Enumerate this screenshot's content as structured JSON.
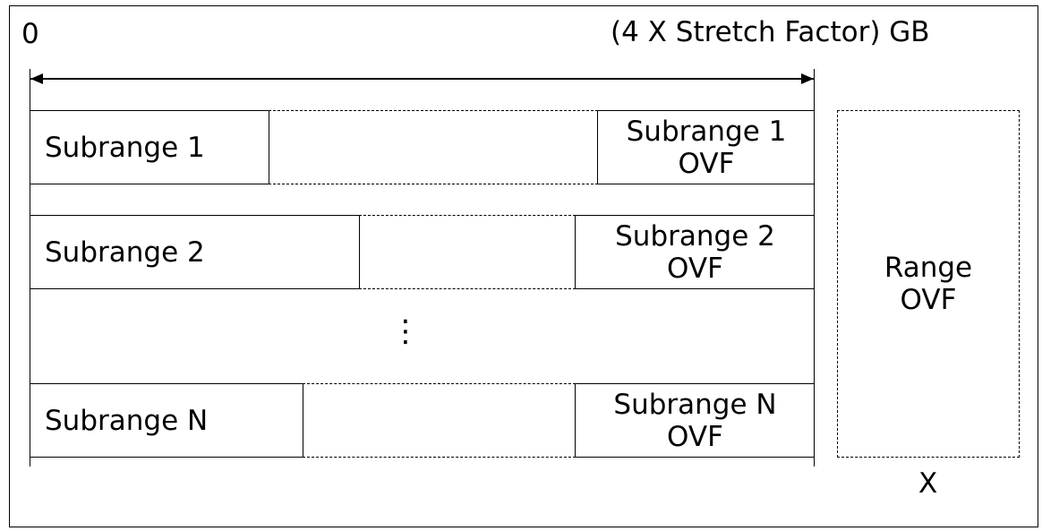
{
  "axis": {
    "start_label": "0",
    "end_label": "(4 X Stretch Factor) GB"
  },
  "subranges": [
    {
      "label": "Subrange 1",
      "ovf_line1": "Subrange 1",
      "ovf_line2": "OVF"
    },
    {
      "label": "Subrange 2",
      "ovf_line1": "Subrange 2",
      "ovf_line2": "OVF"
    },
    {
      "label": "Subrange N",
      "ovf_line1": "Subrange N",
      "ovf_line2": "OVF"
    }
  ],
  "ellipsis": "⋮",
  "range_ovf": {
    "line1": "Range",
    "line2": "OVF"
  },
  "x_label": "X"
}
